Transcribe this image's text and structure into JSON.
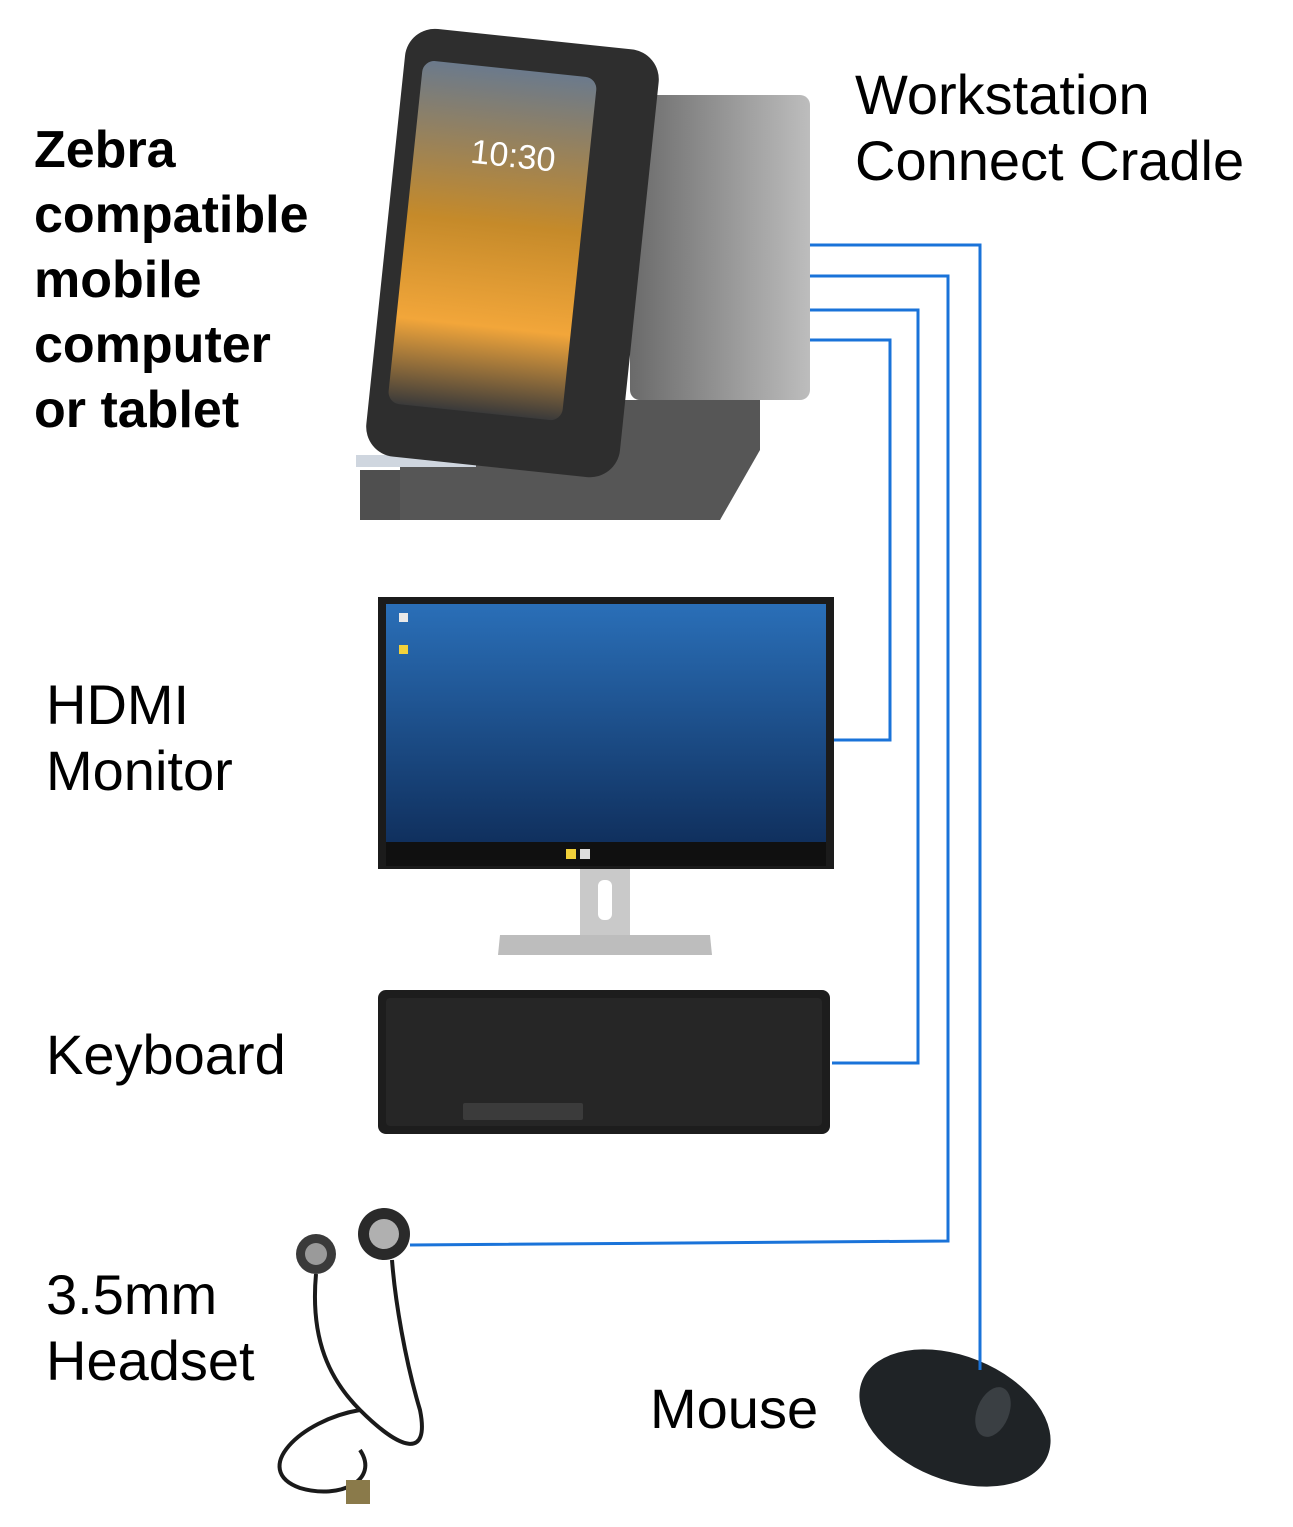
{
  "labels": {
    "device": [
      "Zebra",
      "compatible",
      "mobile",
      "computer",
      "or tablet"
    ],
    "cradle": [
      "Workstation",
      "Connect Cradle"
    ],
    "hdmi": [
      "HDMI",
      "Monitor"
    ],
    "keyboard": [
      "Keyboard"
    ],
    "headset": [
      "3.5mm",
      "Headset"
    ],
    "mouse": [
      "Mouse"
    ]
  },
  "device_screen": {
    "time": "10:30"
  },
  "colors": {
    "connector_line": "#1a73d9",
    "label_text": "#000000"
  },
  "icons": [
    "mobile-computer-icon",
    "cradle-icon",
    "monitor-icon",
    "keyboard-icon",
    "headset-icon",
    "mouse-icon"
  ]
}
